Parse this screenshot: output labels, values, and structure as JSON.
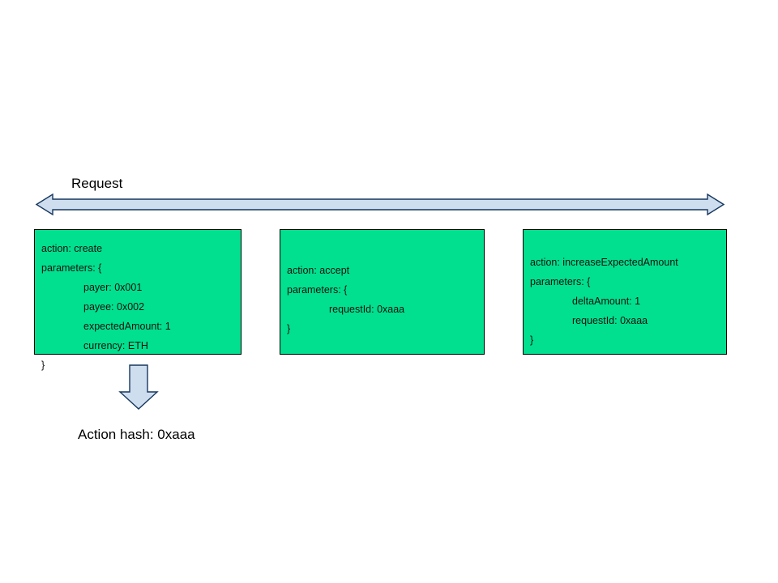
{
  "diagram": {
    "title_label": "Request",
    "hash_label": "Action hash: 0xaaa",
    "colors": {
      "box_fill": "#00E08F",
      "box_border": "#000000",
      "arrow_fill": "#CFDEEF",
      "arrow_border": "#17375E",
      "background": "#FFFFFF",
      "text": "#000000"
    },
    "arrows": {
      "horizontal": {
        "name": "request-span-arrow",
        "direction": "double",
        "orientation": "horizontal"
      },
      "vertical": {
        "name": "hash-arrow",
        "direction": "down",
        "orientation": "vertical"
      }
    },
    "boxes": [
      {
        "id": "create",
        "action": "create",
        "lines": [
          {
            "text": "action: create",
            "indent": false
          },
          {
            "text": "parameters: {",
            "indent": false
          },
          {
            "text": "payer: 0x001",
            "indent": true
          },
          {
            "text": "payee: 0x002",
            "indent": true
          },
          {
            "text": "expectedAmount: 1",
            "indent": true
          },
          {
            "text": "currency: ETH",
            "indent": true
          },
          {
            "text": "}",
            "indent": false
          }
        ]
      },
      {
        "id": "accept",
        "action": "accept",
        "lines": [
          {
            "text": "action: accept",
            "indent": false
          },
          {
            "text": "parameters: {",
            "indent": false
          },
          {
            "text": "requestId: 0xaaa",
            "indent": true
          },
          {
            "text": "}",
            "indent": false
          }
        ]
      },
      {
        "id": "increase-expected-amount",
        "action": "increaseExpectedAmount",
        "lines": [
          {
            "text": "action: increaseExpectedAmount",
            "indent": false
          },
          {
            "text": "parameters: {",
            "indent": false
          },
          {
            "text": "deltaAmount: 1",
            "indent": true
          },
          {
            "text": "requestId: 0xaaa",
            "indent": true
          },
          {
            "text": "}",
            "indent": false
          }
        ]
      }
    ]
  }
}
